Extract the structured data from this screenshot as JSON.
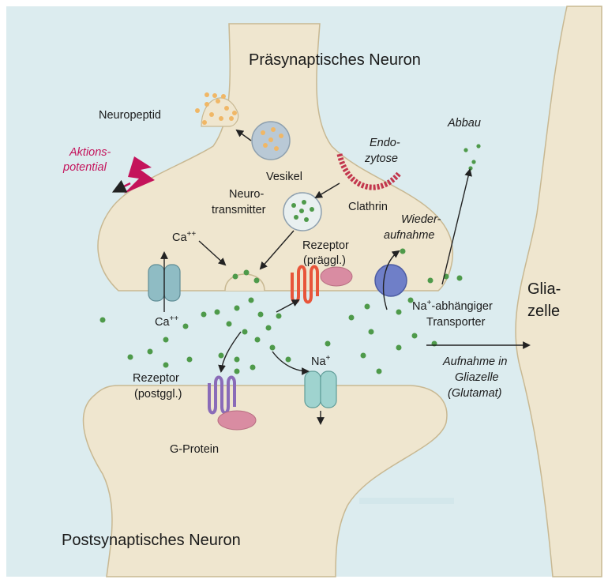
{
  "labels": {
    "presynaptic": "Präsynaptisches Neuron",
    "postsynaptic": "Postsynaptisches Neuron",
    "glia_1": "Glia-",
    "glia_2": "zelle",
    "neuropeptid": "Neuropeptid",
    "aktion_1": "Aktions-",
    "aktion_2": "potential",
    "vesikel": "Vesikel",
    "neuro_1": "Neuro-",
    "neuro_2": "transmitter",
    "endo_1": "Endo-",
    "endo_2": "zytose",
    "clathrin": "Clathrin",
    "abbau": "Abbau",
    "wieder_1": "Wieder-",
    "wieder_2": "aufnahme",
    "ca_top_base": "Ca",
    "ca_top_sup": "++",
    "ca_bottom_base": "Ca",
    "ca_bottom_sup": "++",
    "rez_pre_1": "Rezeptor",
    "rez_pre_2": "(präggl.)",
    "na_transporter_base": "Na",
    "na_transporter_sup": "+",
    "na_transporter_rest": "-abhängiger",
    "transporter": "Transporter",
    "aufnahme_1": "Aufnahme in",
    "aufnahme_2": "Gliazelle",
    "aufnahme_3": "(Glutamat)",
    "na_channel_base": "Na",
    "na_channel_sup": "+",
    "rez_post_1": "Rezeptor",
    "rez_post_2": "(postggl.)",
    "gprotein": "G-Protein"
  },
  "colors": {
    "background": "#dcecef",
    "neuron": "#efe6cf",
    "outline": "#c8b892",
    "transmitter": "#4e9a4a",
    "neuropeptide": "#f0b766",
    "vesicle": "#b9c9d6",
    "ca_channel": "#8fbcc4",
    "na_channel": "#9fd3cf",
    "receptor_pre": "#e8553a",
    "receptor_post": "#8a6bb8",
    "protein_pink": "#d98ca2",
    "transporter": "#6f7fc8",
    "clathrin": "#c2364d",
    "action_potential": "#c4135b"
  }
}
